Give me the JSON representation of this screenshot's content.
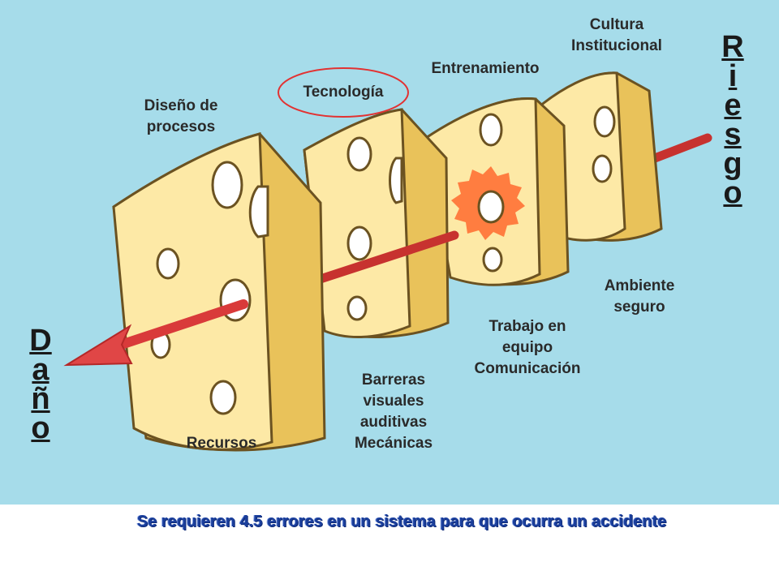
{
  "labels": {
    "cultura": [
      "Cultura",
      "Institucional"
    ],
    "entrenamiento": "Entrenamiento",
    "tecnologia": "Tecnología",
    "diseno": [
      "Diseño de",
      "procesos"
    ],
    "ambiente": [
      "Ambiente",
      "seguro"
    ],
    "trabajo": [
      "Trabajo en",
      "equipo",
      "Comunicación"
    ],
    "barreras": [
      "Barreras",
      "visuales",
      "auditivas",
      "Mecánicas"
    ],
    "recursos": "Recursos"
  },
  "riesgo_letters": [
    "R",
    "i",
    "e",
    "s",
    "g",
    "o"
  ],
  "dano_letters": [
    "D",
    "a",
    "ñ",
    "o"
  ],
  "caption": "Se requieren 4.5 errores en un sistema para que ocurra un accidente",
  "colors": {
    "background": "#a6dcea",
    "cheese_face": "#fde9a6",
    "cheese_side": "#e9c25a",
    "arrow": "#d93a3a",
    "burst": "#ff6a2e",
    "highlight_ellipse": "#e23232",
    "caption": "#1b3f9c"
  }
}
